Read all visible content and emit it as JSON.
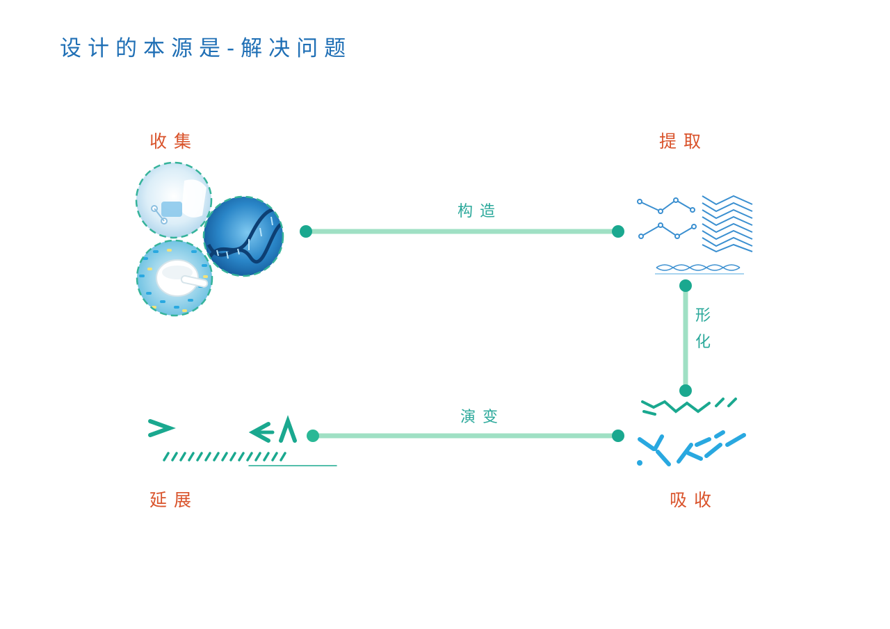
{
  "title": "设计的本源是-解决问题",
  "stages": {
    "collect": "收集",
    "extract": "提取",
    "absorb": "吸收",
    "extend": "延展"
  },
  "connectors": {
    "construct": "构造",
    "formalize_1": "形",
    "formalize_2": "化",
    "evolve": "演变"
  },
  "colors": {
    "title": "#1f6fb5",
    "stage_label": "#d9532b",
    "connector_label": "#2aa89a",
    "line": "#9fe0c4",
    "node": "#1aa88f",
    "icon_blue": "#3a8fd0",
    "icon_cyan": "#29a8e0",
    "icon_teal": "#1aa88f"
  }
}
